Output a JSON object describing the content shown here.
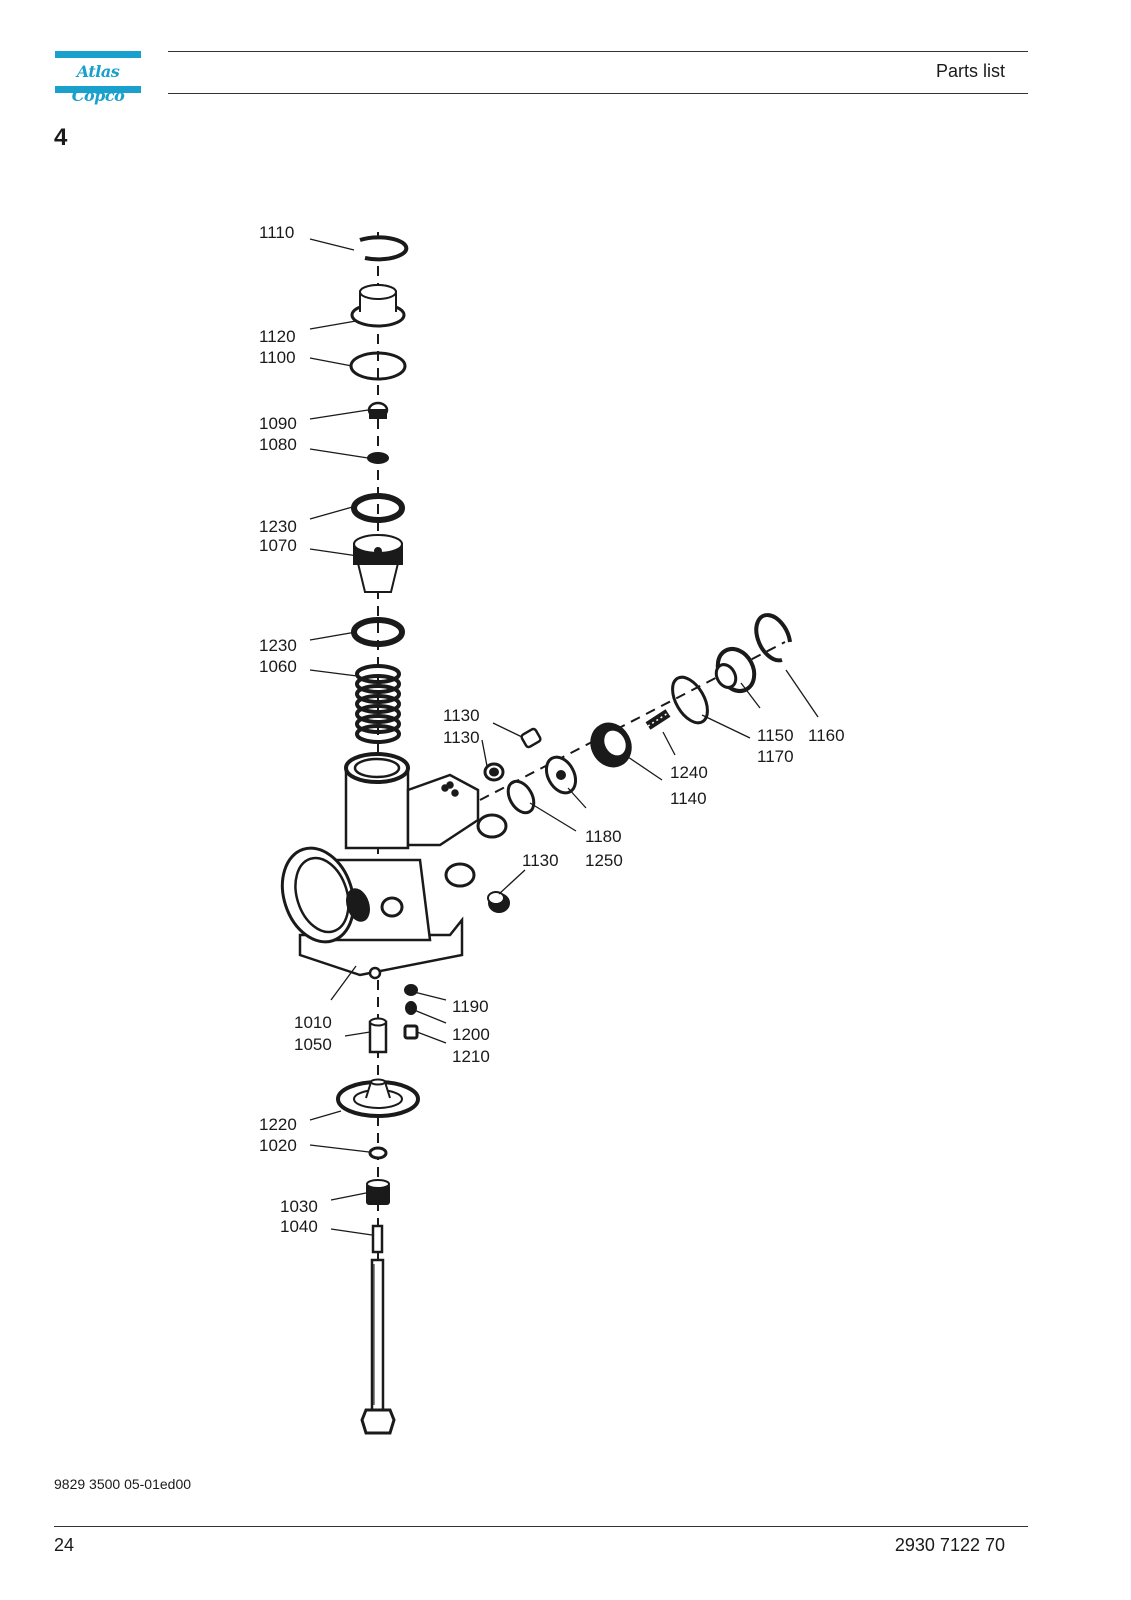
{
  "header": {
    "brand": "Atlas Copco",
    "title": "Parts list"
  },
  "section_number": "4",
  "callouts": {
    "c1110": "1110",
    "c1120": "1120",
    "c1100": "1100",
    "c1090": "1090",
    "c1080": "1080",
    "c1230a": "1230",
    "c1070": "1070",
    "c1230b": "1230",
    "c1060": "1060",
    "c1130a": "1130",
    "c1130b": "1130",
    "c1130c": "1130",
    "c1150": "1150",
    "c1160": "1160",
    "c1170": "1170",
    "c1240": "1240",
    "c1140": "1140",
    "c1180": "1180",
    "c1250": "1250",
    "c1190": "1190",
    "c1200": "1200",
    "c1210": "1210",
    "c1010": "1010",
    "c1050": "1050",
    "c1220": "1220",
    "c1020": "1020",
    "c1030": "1030",
    "c1040": "1040"
  },
  "footer": {
    "doc_ref": "9829 3500 05-01ed00",
    "page_number": "24",
    "part_number": "2930 7122 70"
  },
  "colors": {
    "brand": "#1aa0cc",
    "ink": "#1a1a1a"
  }
}
